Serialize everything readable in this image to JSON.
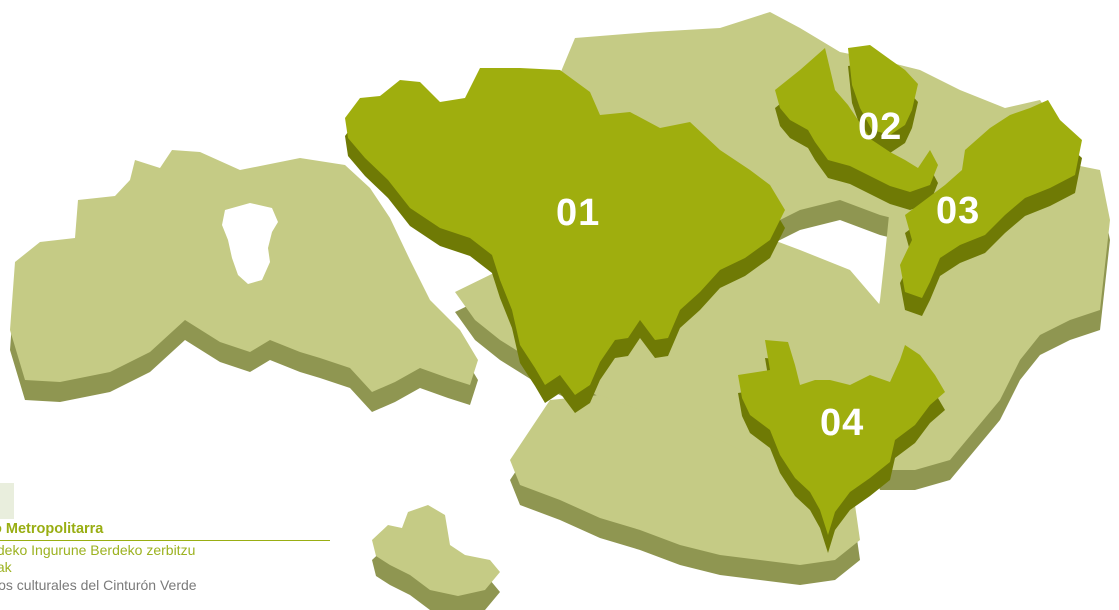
{
  "map": {
    "colors": {
      "base_fill": "#c5cb85",
      "base_extrusion": "#8f9651",
      "highlight_fill": "#9fae0e",
      "highlight_extrusion": "#6f7a05",
      "water": "#ffffff",
      "label": "#ffffff"
    },
    "zones": [
      {
        "id": "zone-01",
        "label": "01"
      },
      {
        "id": "zone-02",
        "label": "02"
      },
      {
        "id": "zone-03",
        "label": "03"
      },
      {
        "id": "zone-04",
        "label": "04"
      }
    ]
  },
  "legend": {
    "title": "o Metropolitarra",
    "line_eu_1": "aldeko Ingurune Berdeko zerbitzu",
    "line_eu_2": "alak",
    "line_es": "cios culturales del Cinturón Verde",
    "colors": {
      "title": "#99ae13",
      "basque": "#9cb220",
      "spanish": "#7a7a7a"
    }
  }
}
